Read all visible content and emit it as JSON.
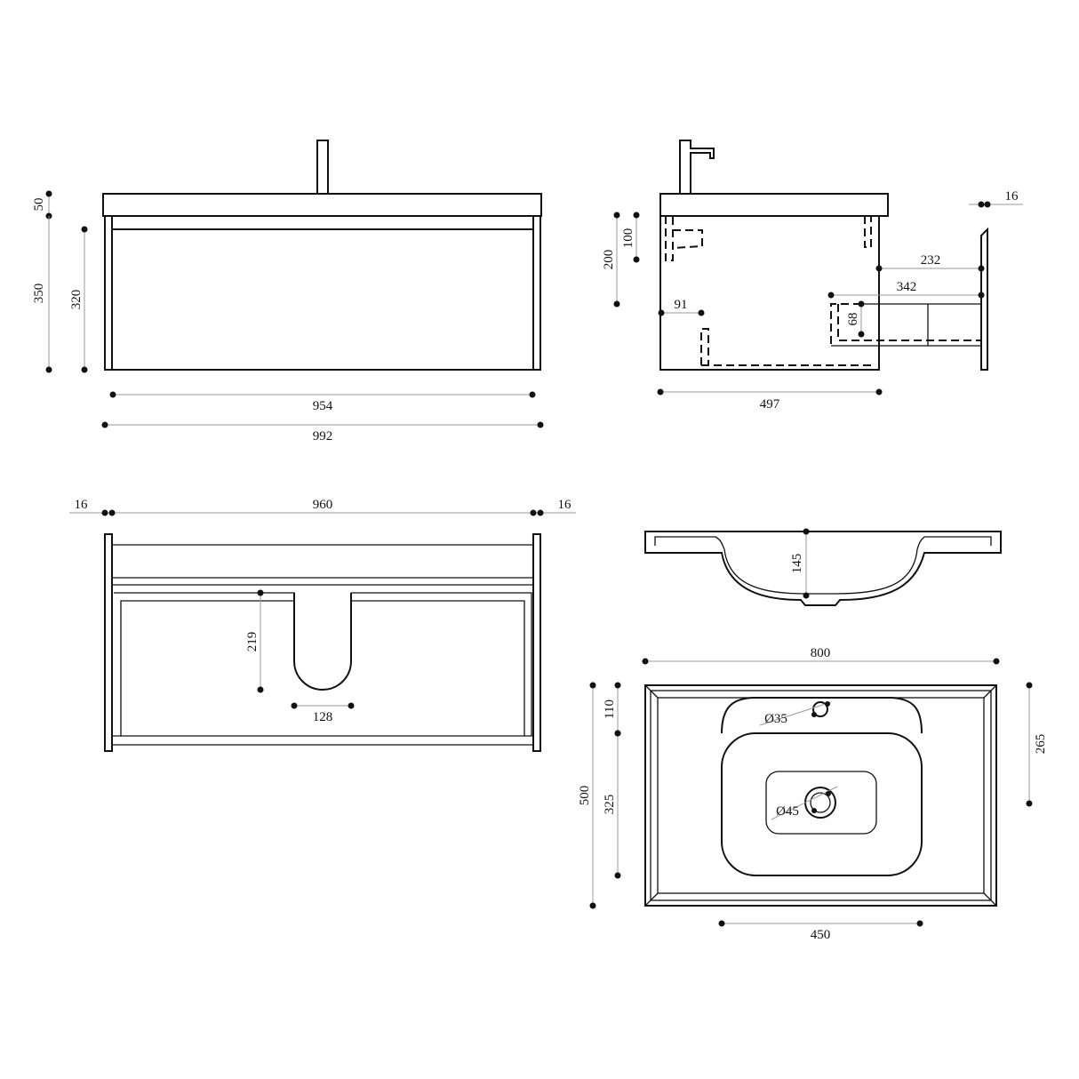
{
  "front_view": {
    "d50": "50",
    "d350": "350",
    "d320": "320",
    "d954": "954",
    "d992": "992"
  },
  "side_view": {
    "d200": "200",
    "d100": "100",
    "d91": "91",
    "d497": "497",
    "d232": "232",
    "d342": "342",
    "d68": "68",
    "d16": "16"
  },
  "top_cabinet_view": {
    "d16_left": "16",
    "d960": "960",
    "d16_right": "16",
    "d219": "219",
    "d128": "128"
  },
  "basin_section": {
    "d145": "145"
  },
  "basin_top_view": {
    "d800": "800",
    "d500": "500",
    "d110": "110",
    "d325": "325",
    "d265": "265",
    "d450": "450",
    "faucet_hole": "Ø35",
    "drain_hole": "Ø45"
  }
}
